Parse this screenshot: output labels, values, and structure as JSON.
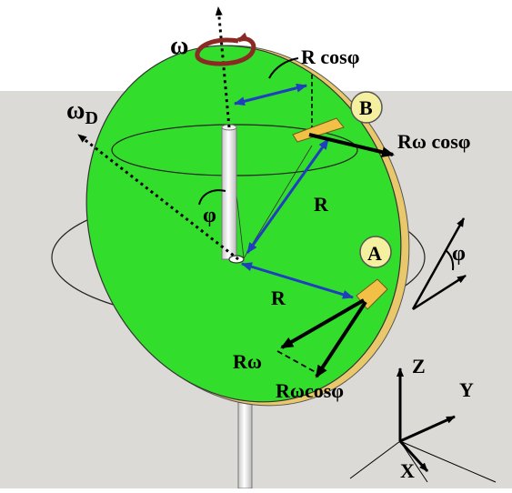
{
  "labels": {
    "omega": "ω",
    "omega_d": "ωD",
    "r_cos_phi_top": "R cosφ",
    "b_marker": "B",
    "a_marker": "A",
    "r_omega_cos_phi_b": "Rω cosφ",
    "r_upper": "R",
    "phi_disk": "φ",
    "phi_side": "φ",
    "r_lower": "R",
    "r_omega": "Rω",
    "r_omega_cos_phi_a": "Rωcosφ",
    "axis_z": "Z",
    "axis_y": "Y",
    "axis_x": "X"
  },
  "colors": {
    "background": "#dcdad6",
    "disk_fill": "#33dd2b",
    "disk_edge": "#e9c86b",
    "marker_fill": "#f5f0a0",
    "pad_fill": "#f2c046",
    "dimension_arrow": "#1f3fbf",
    "rotation_arrow": "#8b2a25"
  }
}
